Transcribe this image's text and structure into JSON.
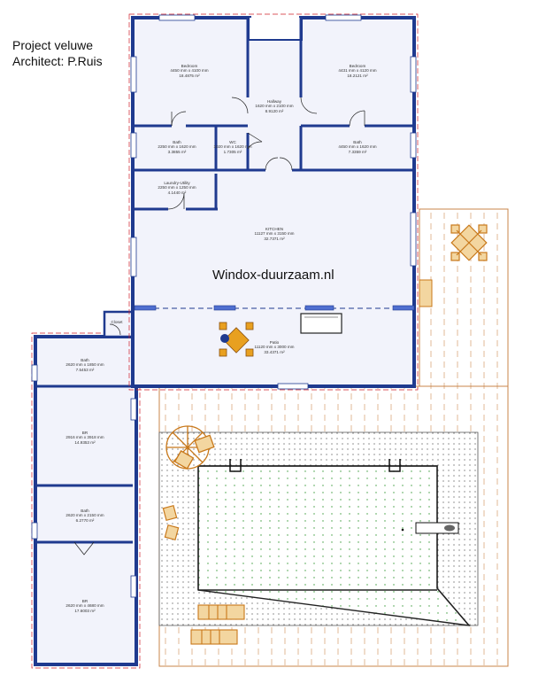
{
  "header": {
    "project": "Project veluwe",
    "architect": "Architect: P.Ruis"
  },
  "watermark": "Windox-duurzaam.nl",
  "rooms": {
    "bedroom_left": {
      "name": "Bedroom",
      "dims": "4450 mm x 4100 mm",
      "area": "18.4875 m²"
    },
    "bedroom_right": {
      "name": "Bedroom",
      "dims": "4431 mm x 4120 mm",
      "area": "18.2121 m²"
    },
    "hallway": {
      "name": "Hallway",
      "dims": "1620 mm x 2100 mm",
      "area": "8.9120 m²"
    },
    "bath_left": {
      "name": "Bath",
      "dims": "2250 mm x 1620 mm",
      "area": "3.3855 m²"
    },
    "wc": {
      "name": "WC",
      "dims": "1020 mm x 1620 mm",
      "area": "1.7305 m²"
    },
    "bath_right": {
      "name": "Bath",
      "dims": "4450 mm x 1620 mm",
      "area": "7.3359 m²"
    },
    "laundry": {
      "name": "Laundry-Utility",
      "dims": "2250 mm x 1250 mm",
      "area": "4.1440 m²"
    },
    "kitchen": {
      "name": "KITCHEN",
      "dims": "11127 mm x 3150 mm",
      "area": "32.7371 m²"
    },
    "patio": {
      "name": "Patio",
      "dims": "11120 mm x 3000 mm",
      "area": "33.4371 m²"
    },
    "closet": {
      "name": "Closet"
    },
    "bath_wing1": {
      "name": "Bath",
      "dims": "2620 mm x 1850 mm",
      "area": "7.5453 m²"
    },
    "br1": {
      "name": "BR",
      "dims": "2916 mm x 3918 mm",
      "area": "14.9353 m²"
    },
    "bath_wing2": {
      "name": "Bath",
      "dims": "2620 mm x 2150 mm",
      "area": "6.2770 m²"
    },
    "br2": {
      "name": "BR",
      "dims": "2620 mm x 4680 mm",
      "area": "17.6003 m²"
    }
  },
  "colors": {
    "wall": "#1f3a8f",
    "wall_fill": "#4f6fd0",
    "outline_red": "#d0202a",
    "room_fill": "#f2f3fb",
    "deck": "#c8844a",
    "pool_dots": "#3a9b3a",
    "furniture": "#c8781a"
  }
}
